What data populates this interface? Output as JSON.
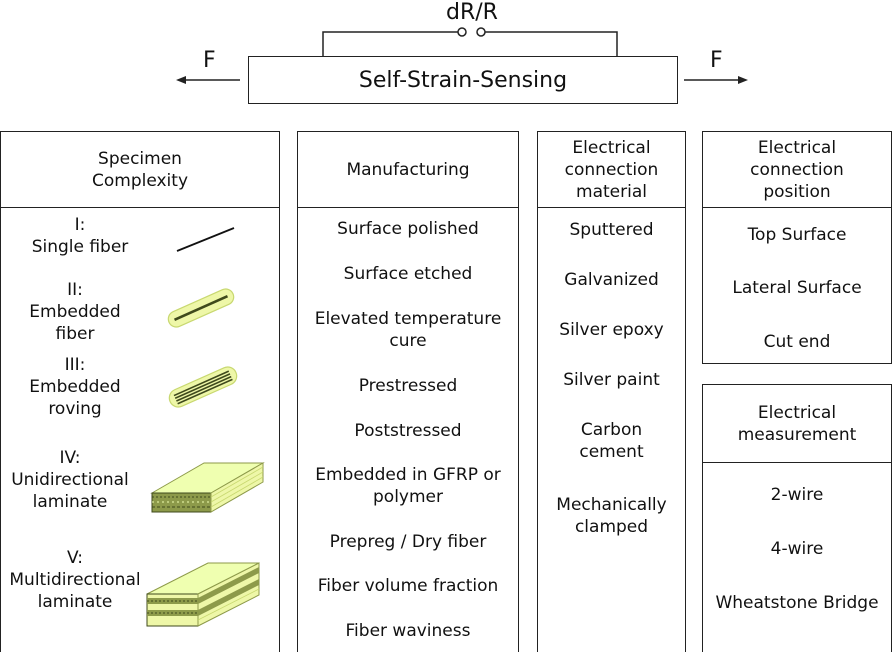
{
  "header": {
    "signal": "dR/R",
    "title": "Self-Strain-Sensing",
    "force_left": "F",
    "force_right": "F"
  },
  "columns": {
    "specimen": {
      "title": "Specimen Complexity",
      "levels": [
        {
          "id": "I:",
          "name": "Single fiber",
          "icon": "single-fiber-icon"
        },
        {
          "id": "II:",
          "name": "Embedded fiber",
          "icon": "embedded-fiber-icon"
        },
        {
          "id": "III:",
          "name": "Embedded roving",
          "icon": "embedded-roving-icon"
        },
        {
          "id": "IV:",
          "name": "Unidirectional laminate",
          "icon": "unidirectional-laminate-icon"
        },
        {
          "id": "V:",
          "name": "Multidirectional laminate",
          "icon": "multidirectional-laminate-icon"
        }
      ]
    },
    "manufacturing": {
      "title": "Manufacturing",
      "items": [
        "Surface  polished",
        "Surface etched",
        "Elevated temperature cure",
        "Prestressed",
        "Poststressed",
        "Embedded in GFRP or polymer",
        "Prepreg / Dry fiber",
        "Fiber volume fraction",
        "Fiber waviness"
      ]
    },
    "material": {
      "title": "Electrical connection material",
      "items": [
        "Sputtered",
        "Galvanized",
        "Silver epoxy",
        "Silver paint",
        "Carbon cement",
        "Mechanically clamped"
      ]
    },
    "position": {
      "title": "Electrical connection position",
      "items": [
        "Top Surface",
        "Lateral Surface",
        "Cut end"
      ]
    },
    "measurement": {
      "title": "Electrical measurement",
      "items": [
        "2-wire",
        "4-wire",
        "Wheatstone Bridge"
      ]
    }
  },
  "colors": {
    "line": "#222222",
    "fiber_fill": "#eef7a8",
    "fiber_stroke": "#c8d870",
    "laminate_top": "#efffb0",
    "laminate_side": "#8d9a4a",
    "laminate_dark": "#3f4a1c"
  }
}
